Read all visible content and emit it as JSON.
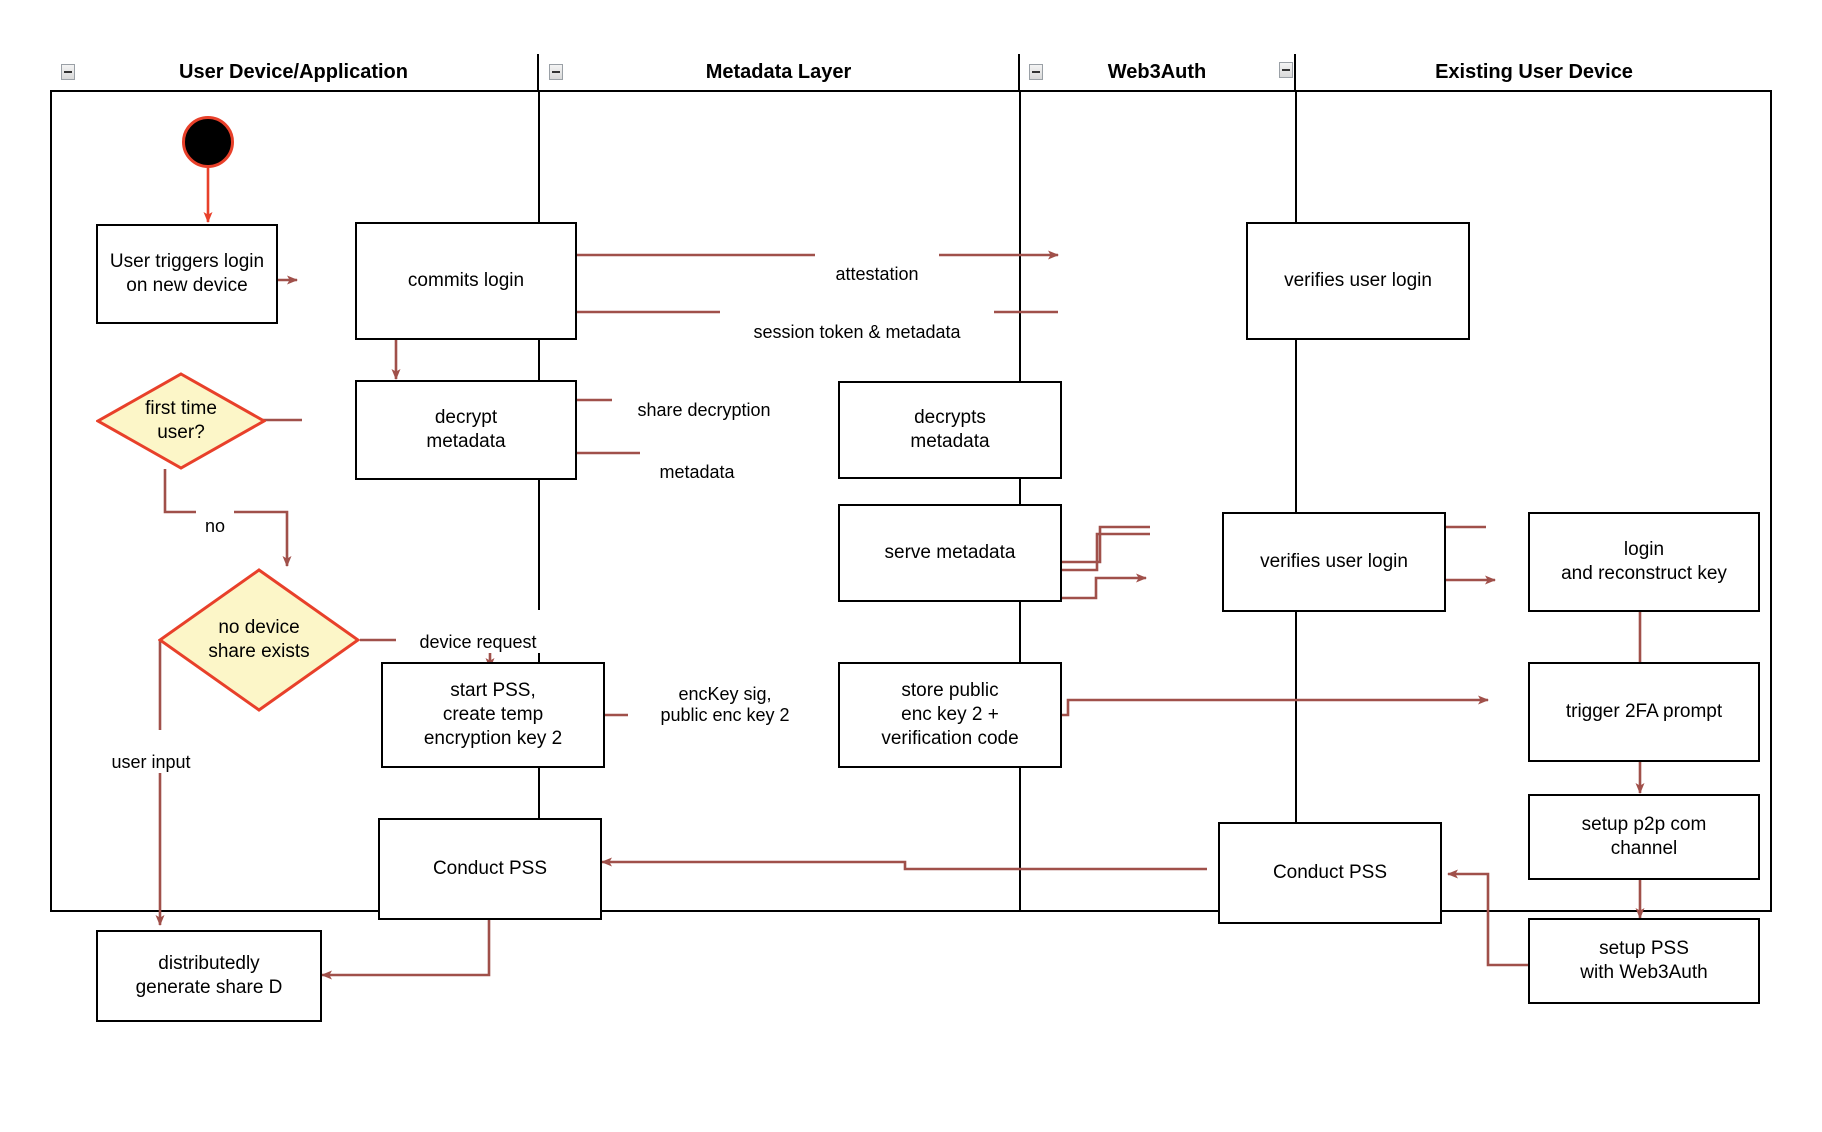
{
  "diagram": {
    "title": "Web3Auth new-device login swimlane activity diagram",
    "colors": {
      "edge": "#a0504a",
      "start_ring": "#e8402a",
      "decision_fill": "#fcf6c8",
      "decision_stroke": "#e8402a",
      "node_stroke": "#000000",
      "lane_stroke": "#000000"
    },
    "lanes": [
      {
        "id": "user-device",
        "label": "User Device/Application",
        "collapse_icon": "minus-icon"
      },
      {
        "id": "metadata-layer",
        "label": "Metadata Layer",
        "collapse_icon": "minus-icon"
      },
      {
        "id": "web3auth",
        "label": "Web3Auth",
        "collapse_icon": "minus-icon"
      },
      {
        "id": "existing-user-device",
        "label": "Existing User Device",
        "collapse_icon": "minus-icon"
      }
    ],
    "start_node": {
      "name": "start-node",
      "label": ""
    },
    "nodes": [
      {
        "id": "user-triggers-login",
        "label": "User triggers login\non new device",
        "lane": "user-device"
      },
      {
        "id": "commits-login",
        "label": "commits login",
        "lane": "user-device"
      },
      {
        "id": "decrypt-metadata",
        "label": "decrypt\nmetadata",
        "lane": "user-device"
      },
      {
        "id": "start-pss",
        "label": "start PSS,\ncreate temp\nencryption key 2",
        "lane": "user-device"
      },
      {
        "id": "conduct-pss-user",
        "label": "Conduct PSS",
        "lane": "user-device"
      },
      {
        "id": "distributedly-generate-share-d",
        "label": "distributedly\ngenerate share D",
        "lane": "user-device"
      },
      {
        "id": "decrypts-metadata",
        "label": "decrypts\nmetadata",
        "lane": "metadata-layer"
      },
      {
        "id": "serve-metadata",
        "label": "serve metadata",
        "lane": "metadata-layer"
      },
      {
        "id": "store-public-enc-key",
        "label": "store public\nenc key 2 +\nverification code",
        "lane": "metadata-layer"
      },
      {
        "id": "verifies-user-login-1",
        "label": "verifies user login",
        "lane": "web3auth"
      },
      {
        "id": "verifies-user-login-2",
        "label": "verifies user login",
        "lane": "web3auth"
      },
      {
        "id": "conduct-pss-web3auth",
        "label": "Conduct PSS",
        "lane": "web3auth"
      },
      {
        "id": "login-and-reconstruct-key",
        "label": "login\nand reconstruct key",
        "lane": "existing-user-device"
      },
      {
        "id": "trigger-2fa-prompt",
        "label": "trigger 2FA prompt",
        "lane": "existing-user-device"
      },
      {
        "id": "setup-p2p-com-channel",
        "label": "setup p2p com\nchannel",
        "lane": "existing-user-device"
      },
      {
        "id": "setup-pss-with-web3auth",
        "label": "setup PSS\nwith Web3Auth",
        "lane": "existing-user-device"
      }
    ],
    "decisions": [
      {
        "id": "first-time-user",
        "label": "first time\nuser?"
      },
      {
        "id": "no-device-share-exists",
        "label": "no device\nshare exists"
      }
    ],
    "edge_labels": [
      {
        "id": "attestation",
        "text": "attestation"
      },
      {
        "id": "session-token-metadata",
        "text": "session token & metadata"
      },
      {
        "id": "share-decryption",
        "text": "share decryption"
      },
      {
        "id": "metadata",
        "text": "metadata"
      },
      {
        "id": "no",
        "text": "no"
      },
      {
        "id": "device-request",
        "text": "device request"
      },
      {
        "id": "user-input",
        "text": "user input"
      },
      {
        "id": "enckey-sig",
        "text": "encKey sig,\npublic enc key 2"
      }
    ]
  }
}
